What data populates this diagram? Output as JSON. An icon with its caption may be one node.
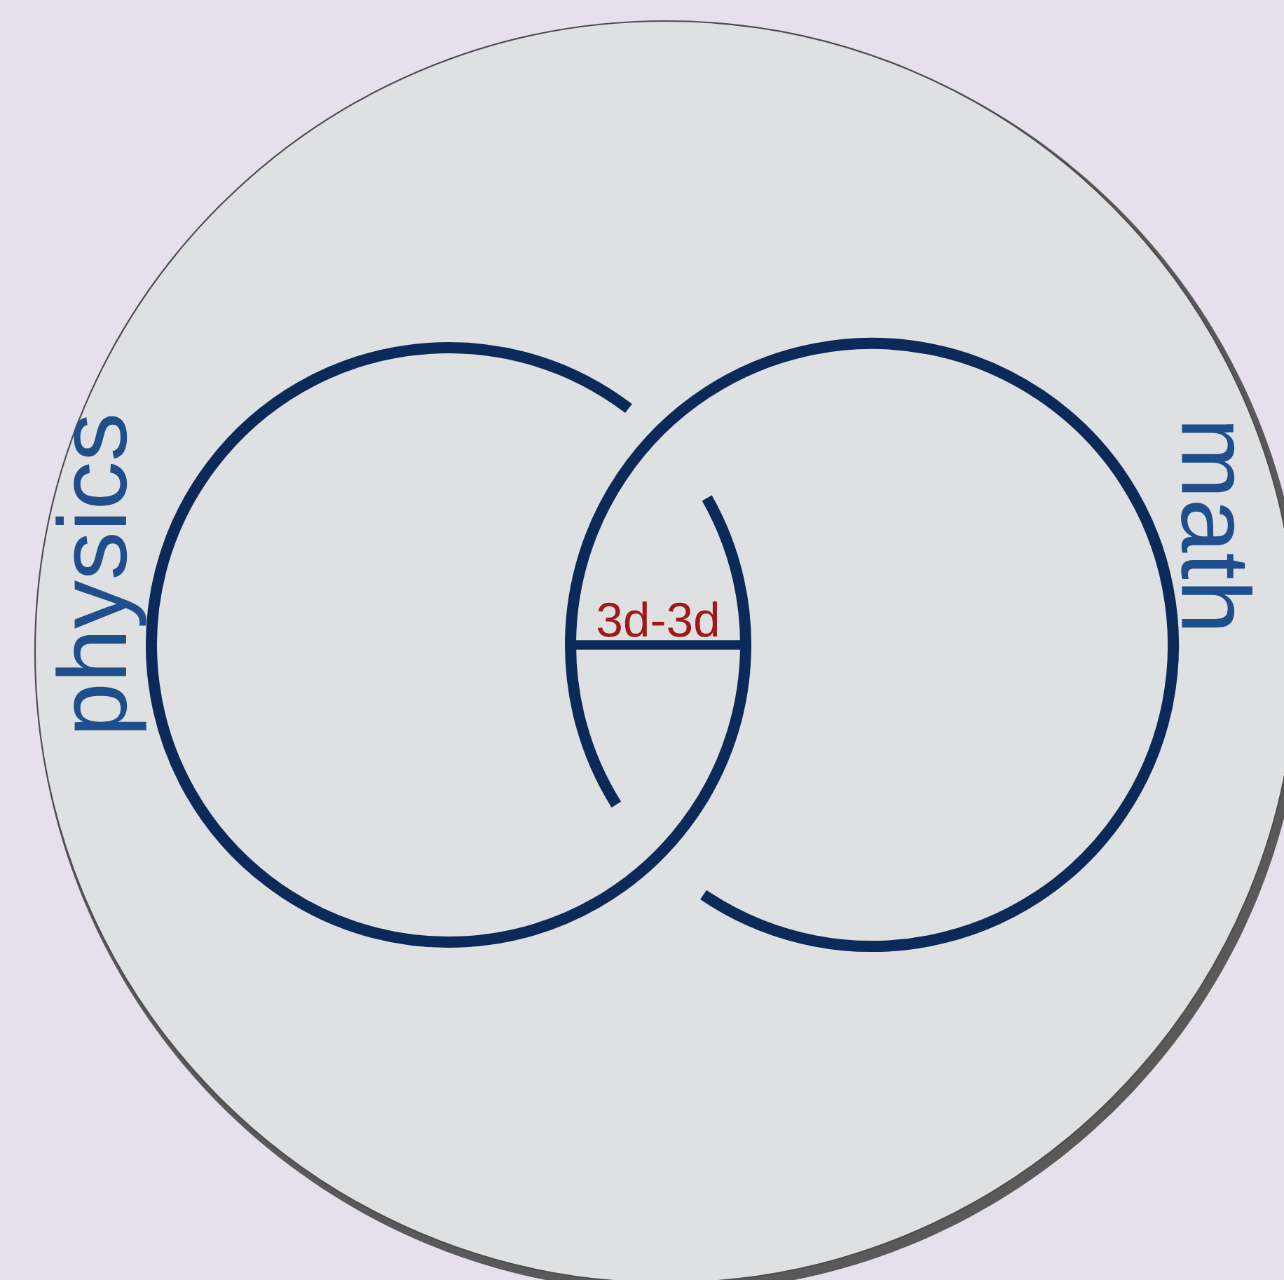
{
  "diagram": {
    "nodes": [
      {
        "text": [],
        "shape": "circle"
      },
      {
        "text": [
          "physics"
        ],
        "in": 0
      },
      {
        "text": [
          "math"
        ],
        "in": 0
      }
    ],
    "edges": [
      {
        "from": 1,
        "to": 2,
        "arrow": "none",
        "label": "3d-3d"
      }
    ]
  }
}
